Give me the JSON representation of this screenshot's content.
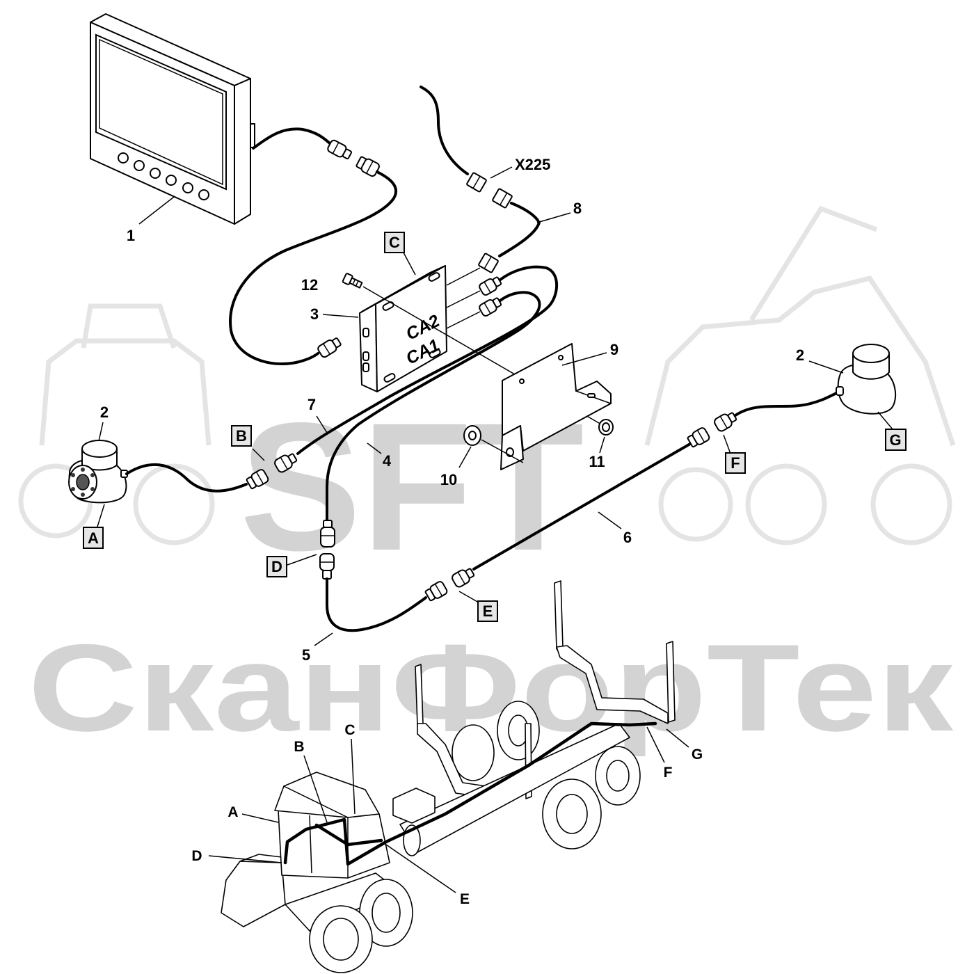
{
  "part_numbers": {
    "monitor": "1",
    "camera_left": "2",
    "camera_right": "2",
    "plate": "3",
    "cable_4": "4",
    "cable_5": "5",
    "cable_6": "6",
    "cable_7": "7",
    "cable_8": "8",
    "bracket": "9",
    "washer": "10",
    "nut": "11",
    "screw": "12"
  },
  "connector_label": "X225",
  "plate_markings": {
    "upper": "CA2",
    "lower": "CA1"
  },
  "boxed_labels": {
    "a": "A",
    "b": "B",
    "c": "C",
    "d": "D",
    "e": "E",
    "f": "F",
    "g": "G"
  },
  "vehicle_labels": {
    "a": "A",
    "b": "B",
    "c": "C",
    "d": "D",
    "e": "E",
    "f": "F",
    "g": "G"
  },
  "watermark": {
    "logo": "SFT",
    "name": "СканФорТек"
  }
}
